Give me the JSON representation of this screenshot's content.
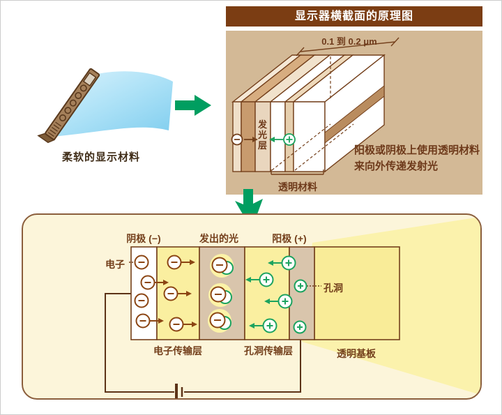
{
  "colors": {
    "title_bg": "#7B3D13",
    "panel_tan": "#D3B996",
    "cream_panel": "#FCF5DA",
    "accent_green": "#009E60",
    "line_brown": "#74401C",
    "layer_yellow": "#FAEFA0",
    "substrate_yellow": "#F9EC98",
    "beam_yellow": "#FBF2AC",
    "layer_tan": "#D9C5AC",
    "sheet_blue": "#9FDCF5"
  },
  "flexible_display": {
    "caption": "柔软的显示材料"
  },
  "cross_section": {
    "title": "显示器横截面的原理图",
    "dimension_label": "0.1 到 0.2 μm",
    "emitting_layer_label": "发光层",
    "transparent_material_label": "透明材料",
    "annotation_line1": "阳极或阴极上使用透明材料",
    "annotation_line2": "来向外传递发射光"
  },
  "energy_diagram": {
    "cathode_label": "阴极 (−)",
    "emitted_light_label": "发出的光",
    "anode_label": "阳极 (+)",
    "electron_label": "电子",
    "hole_label": "孔洞",
    "electron_transport_label": "电子传输层",
    "hole_transport_label": "孔洞传输层",
    "substrate_label": "透明基板"
  }
}
